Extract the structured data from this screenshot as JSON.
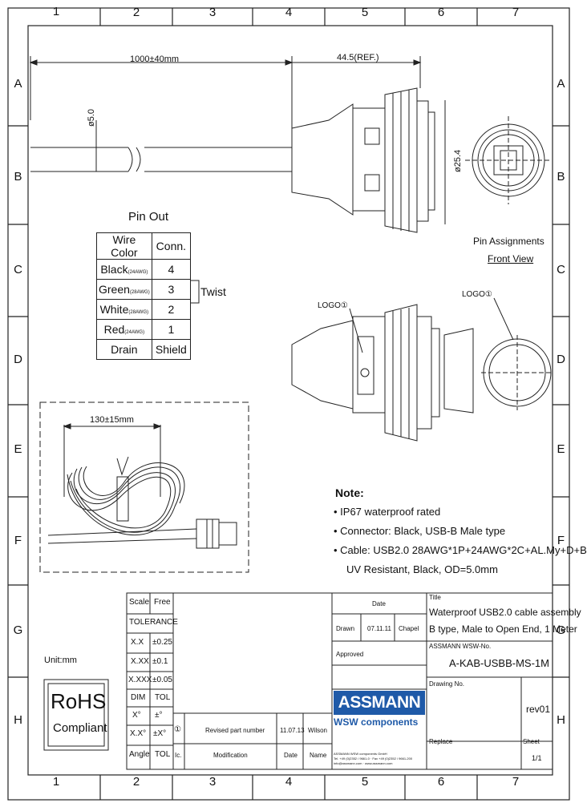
{
  "zones": {
    "cols": [
      "1",
      "2",
      "3",
      "4",
      "5",
      "6",
      "7"
    ],
    "rows": [
      "A",
      "B",
      "C",
      "D",
      "E",
      "F",
      "G",
      "H"
    ]
  },
  "dims": {
    "cable_length": "1000±40mm",
    "connector_length": "44.5(REF.)",
    "cable_od": "ø5.0",
    "face_od": "ø25.4",
    "coil_length": "130±15mm"
  },
  "front_view": {
    "line1": "Pin Assignments",
    "line2": "Front View"
  },
  "logo_label": "LOGO",
  "pinout": {
    "title": "Pin Out",
    "headers": [
      "Wire Color",
      "Conn."
    ],
    "rows": [
      {
        "color": "Black",
        "awg": "(24AWG)",
        "conn": "4"
      },
      {
        "color": "Green",
        "awg": "(28AWG)",
        "conn": "3"
      },
      {
        "color": "White",
        "awg": "(28AWG)",
        "conn": "2"
      },
      {
        "color": "Red",
        "awg": "(24AWG)",
        "conn": "1"
      },
      {
        "color": "Drain",
        "awg": "",
        "conn": "Shield"
      }
    ],
    "twist": "Twist"
  },
  "notes": {
    "title": "Note:",
    "items": [
      "IP67 waterproof rated",
      "Connector: Black, USB-B Male type",
      "Cable: USB2.0 28AWG*1P+24AWG*2C+AL.My+D+B",
      "UV Resistant, Black, OD=5.0mm"
    ]
  },
  "title_block": {
    "scale_label": "Scale",
    "scale_value": "Free",
    "tolerance": "TOLERANCE",
    "tol_rows": [
      [
        "X.X",
        "±0.25"
      ],
      [
        "X.XX",
        "±0.1"
      ],
      [
        "X.XXX",
        "±0.05"
      ],
      [
        "DIM",
        "TOL"
      ],
      [
        "X°",
        "±°"
      ],
      [
        "X.X°",
        "±X°"
      ],
      [
        "Angle",
        "TOL"
      ]
    ],
    "date_label": "Date",
    "drawn_label": "Drawn",
    "drawn_date": "07.11.11",
    "drawn_by": "Chapel",
    "approved_label": "Approved",
    "title_label": "Title",
    "title_line1": "Waterproof USB2.0 cable assembly",
    "title_line2": "B type, Male to Open End, 1 Meter",
    "part_label": "ASSMANN WSW-No.",
    "part_number": "A-KAB-USBB-MS-1M",
    "drawing_label": "Drawing No.",
    "rev": "rev01",
    "replace_label": "Replace",
    "sheet_label": "Sheet",
    "sheet_value": "1/1",
    "rev_mark": "①",
    "rev_text": "Revised part number",
    "rev_date": "11.07.13",
    "rev_name": "Wilson",
    "idx_label": "Ic.",
    "mod_label": "Modification",
    "mod_date_label": "Date",
    "mod_name_label": "Name",
    "logo_top": "ASSMANN",
    "logo_bottom": "WSW components",
    "fineprint1": "ASSMANN WSW components GmbH",
    "fineprint2": "Tel. +49 (0)2352 / 9661-0 · Fax +49 (0)2352 / 9661-200",
    "fineprint3": "info@assmann.com · www.assmann.com"
  },
  "unit": "Unit:mm",
  "rohs": {
    "big": "RoHS",
    "small": "Compliant"
  }
}
